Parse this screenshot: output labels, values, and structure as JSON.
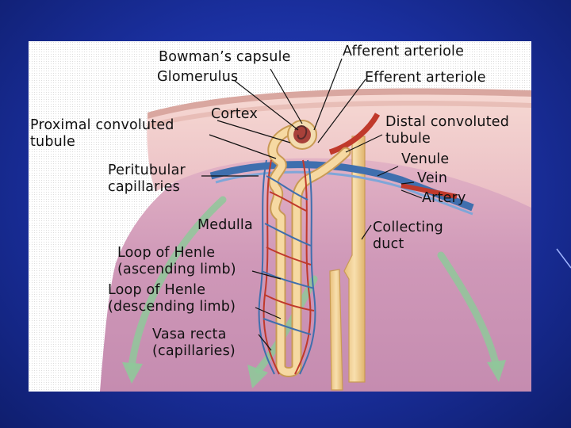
{
  "labels": {
    "bowmans_capsule": "Bowman’s capsule",
    "glomerulus": "Glomerulus",
    "afferent_arteriole": "Afferent arteriole",
    "efferent_arteriole": "Efferent arteriole",
    "cortex": "Cortex",
    "proximal_line1": "Proximal convoluted",
    "proximal_line2": "tubule",
    "distal_line1": "Distal convoluted",
    "distal_line2": "tubule",
    "peritubular_line1": "Peritubular",
    "peritubular_line2": "capillaries",
    "venule": "Venule",
    "vein": "Vein",
    "artery": "Artery",
    "medulla": "Medulla",
    "collecting_line1": "Collecting",
    "collecting_line2": "duct",
    "henle_asc_line1": "Loop of Henle",
    "henle_asc_line2": "(ascending limb)",
    "henle_desc_line1": "Loop of Henle",
    "henle_desc_line2": "(descending limb)",
    "vasa_line1": "Vasa recta",
    "vasa_line2": "(capillaries)"
  },
  "colors": {
    "slide_background": "#1f36ad",
    "cortex_band": "#f3cfc8",
    "medulla": "#cf98b8",
    "tubule": "#f2d29a",
    "artery": "#c0392b",
    "vein": "#3f6fae",
    "arrow_green": "#8fc89a"
  }
}
